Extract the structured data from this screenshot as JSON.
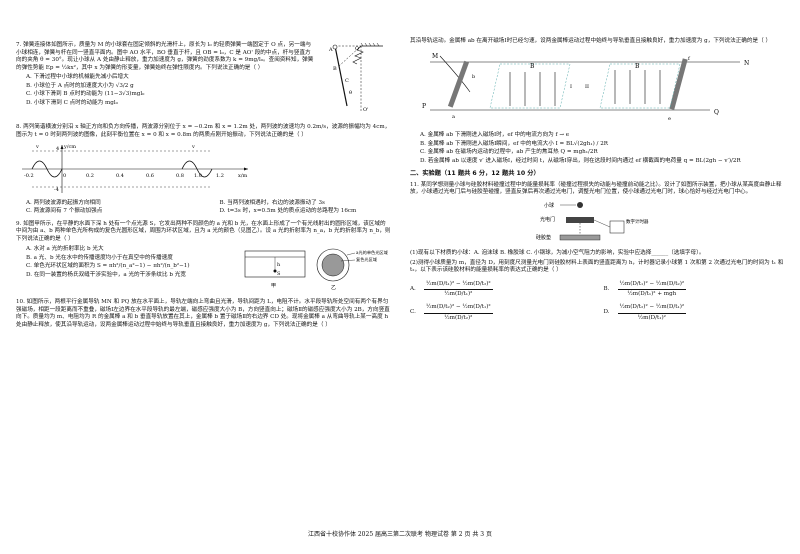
{
  "q7": {
    "stem": "7. 弹簧连接体如图所示，质量为 M 的小球套在固定倾斜的光滑杆上，原长为 l₀ 的轻质弹簧一端固定于 O 点，另一端与小球相连，弹簧与杆在同一竖直平面内。图中 AO 水平，BO 垂直于杆，且 OB = l₀，C 是 AO' 段的中点，杆与竖直方向的夹角 θ = 30°。现让小球从 A 处由静止释放，重力加速度为 g，弹簧的劲度系数为 k = 9mg/l₀。查阅资料知，弹簧的弹性势能 Ep = ½kx²，其中 x 为弹簧的形变量，弹簧始终在弹性限度内。下列说法正确的是（    ）",
    "optA": "A. 下滑过程中小球的机械能先减小后增大",
    "optB": "B. 小球位于 A 点时的加速度大小为 √3/2 g",
    "optC": "C. 小球下滑到 B 点时的动能为 (11−3√3)mgl₀",
    "optD": "D. 小球下滑到 C 点时的动能为 mgl₀",
    "fig": {
      "O": "O",
      "A": "A",
      "B": "B",
      "C": "C",
      "Op": "O'",
      "theta": "θ"
    }
  },
  "q8": {
    "stem": "8. 两列简谐横波分别沿 x 轴正方向和负方向传播，两波源分别位于 x = −0.2m 和 x = 1.2m 处，两列波的波速均为 0.2m/s，波源的振幅均为 4cm，图示为 t = 0 时刻两列波的图像，此刻平衡位置在 x = 0 和 x = 0.8m 的两质点刚开始振动，下列说法正确的是（    ）",
    "optA": "A. 两列波波源的起振方向相同",
    "optB": "B. 当两列波相遇时，右边的波源振动了 3s",
    "optC": "C. 两波源间有 7 个振动加强点",
    "optD": "D. t=3s 时，x=0.5m 处的质点运动的总路程为 16cm",
    "fig": {
      "ylabel": "y/cm",
      "xlabel": "x/m",
      "v": "v",
      "ticks": [
        "-0.2",
        "0",
        "0.2",
        "0.4",
        "0.6",
        "0.8",
        "1.0",
        "1.2"
      ],
      "ymax": "4",
      "ymin": "-4"
    }
  },
  "q9": {
    "stem": "9. 如图甲所示，在平静的水面下深 h 处有一个点光源 S，它发出两种不同颜色的 a 光和 b 光，在水面上形成了一个有光线射出的圆形区域，该区域的中间为由 a、b 两种单色光所构成的复色光圆形区域，周围为环状区域，且为 a 光的颜色（见图乙）。设 a 光的折射率为 n_a，b 光的折射率为 n_b，则下列说法正确的是（    ）",
    "optA": "A. 水对 a 光的折射率比 b 光大",
    "optB": "B. a 光、b 光在水中的传播速度均小于在真空中的传播速度",
    "optC": "C. 单色光环状区域的面积为 S = πh²/(n_a²−1) − πh²/(n_b²−1)",
    "optD": "D. 在同一装置的杨氏双缝干涉实验中，a 光的干涉条纹比 b 光宽",
    "fig": {
      "jia": "甲",
      "yi": "乙",
      "legend1": "a光的单色光区域",
      "legend2": "复色光区域",
      "h": "h",
      "S": "S"
    }
  },
  "q10": {
    "stem": "10. 如图所示，两根平行金属导轨 MN 和 PQ 放在水平面上，导轨左端向上弯曲且光滑，导轨间距为 L，电阻不计。水平段导轨所处空间有两个有界匀强磁场，相距一段距离而不重叠，磁场Ⅰ左边界在水平段导轨的最左端，磁感应强度大小为 B，方向竖直向上；磁场Ⅱ的磁感应强度大小为 2B，方向竖直向下。质量均为 m、电阻均为 R 的金属棒 a 和 b 垂直导轨放置在其上，金属棒 b 置于磁场Ⅱ的右边界 CD 处。现将金属棒 a 从弯曲导轨上某一高度 h 处由静止释放，使其沿导轨运动，设两金属棒运动过程中始终与导轨垂直且接触良好，重力加速度为 g，下列说法正确的是（    ）"
  },
  "right": {
    "cont": "其沿导轨运动。金属棒 ab 在离开磁场Ⅰ时已经匀速，设两金属棒运动过程中始终与导轨垂直且接触良好，重力加速度为 g，下列说法正确的是（    ）",
    "optA": "A. 金属棒 ab 下滑刚进入磁场Ⅰ时，ef 中的电流方向为 f → e",
    "optB": "B. 金属棒 ab 下滑刚进入磁场Ⅰ瞬间，ef 中的电流大小 I = BL√(2gh₁) / 2R",
    "optC": "C. 金属棒 ab 在磁场内运动的过程中，ab 产生的焦耳热 Q = mgh₁/2R",
    "optD": "D. 若金属棒 ab 以速度 v′ 进入磁场Ⅰ，经过时间 t，从磁场Ⅰ穿出，则在这段时间内通过 ef 横截面的电荷量 q = BL(2gh − v′)/2R",
    "fig": {
      "M": "M",
      "P": "P",
      "a": "a",
      "b": "b",
      "B1": "B",
      "B2": "B",
      "I1": "I",
      "I2": "II",
      "f": "f",
      "N": "N",
      "e": "e",
      "Q": "Q"
    },
    "section": "二、实验题（11 题共 6 分，12 题共 10 分）",
    "q11": "11. 某同学想测量小球与硅胶材料碰撞过程中的能量损耗率（碰撞过程损失的动能与碰撞前动能之比）。设计了如图所示装置，把小球从某高度由静止释放，小球通过光电门后与硅胶垫碰撞，竖直反弹后再次通过光电门，调整光电门位置，使小球通过光电门时，球心恰好与经过光电门中心。",
    "fig11": {
      "ball": "小球",
      "gate": "光电门",
      "pad": "硅胶垫",
      "timer": "数字计时器"
    },
    "q11_1": "(1)现有以下材质的小球：A. 泡沫球  B. 橡胶球  C. 小钢球，为减小空气阻力的影响，实验中应选择______（选填字母）。",
    "q11_2": "(2)测得小球质量为 m，直径为 D，用刻度尺测量光电门到硅胶材料上表面的竖直距离为 h，计时器记录小球第 1 次和第 2 次通过光电门的时间为 t₁ 和 t₂，以下表示该硅胶材料的能量损耗率的表达式正确的是（    ）",
    "formA": "A.",
    "formB": "B.",
    "formC": "C.",
    "formD": "D.",
    "plus": "+ mgh"
  },
  "footer": "江西省十校协作体 2025 届高三第二次联考 物理试卷  第 2 页  共 3 页"
}
